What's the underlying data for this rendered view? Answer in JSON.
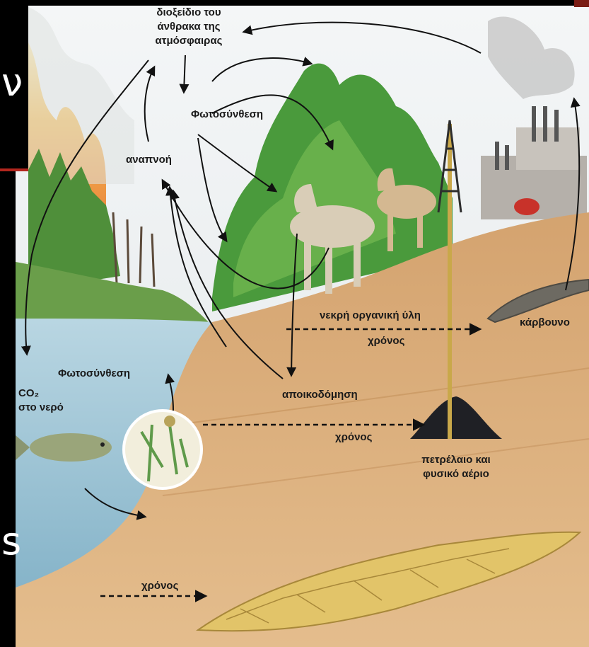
{
  "labels": {
    "atmosphere_co2": [
      "διοξείδιο του",
      "άνθρακα της",
      "ατμόσφαιρας"
    ],
    "photosynthesis_land": "Φωτοσύνθεση",
    "respiration": "αναπνοή",
    "dead_organic_matter": "νεκρή οργανική ύλη",
    "time_land": "χρόνος",
    "coal": "κάρβουνο",
    "photosynthesis_water": "Φωτοσύνθεση",
    "co2_in_water": [
      "CO₂",
      "στο νερό"
    ],
    "decomposition": "αποικοδόμηση",
    "time_sea": "χρόνος",
    "oil_gas": [
      "πετρέλαιο και",
      "φυσικό αέριο"
    ],
    "time_bottom": "χρόνος"
  },
  "background_fragments": {
    "left_top": "ν",
    "left_bottom": "s"
  },
  "colors": {
    "frame_black": "#000000",
    "accent_red": "#b3261e",
    "sky": "#e8ecef",
    "water": "#9cc3d6",
    "soil": "#d9ad7c",
    "oil": "#1f2025",
    "coal_rock": "#6d6a62",
    "sediment": "#e2c469",
    "forest_green": "#4a9a3c",
    "fire": "#f2a22b",
    "arrow": "#111111"
  }
}
